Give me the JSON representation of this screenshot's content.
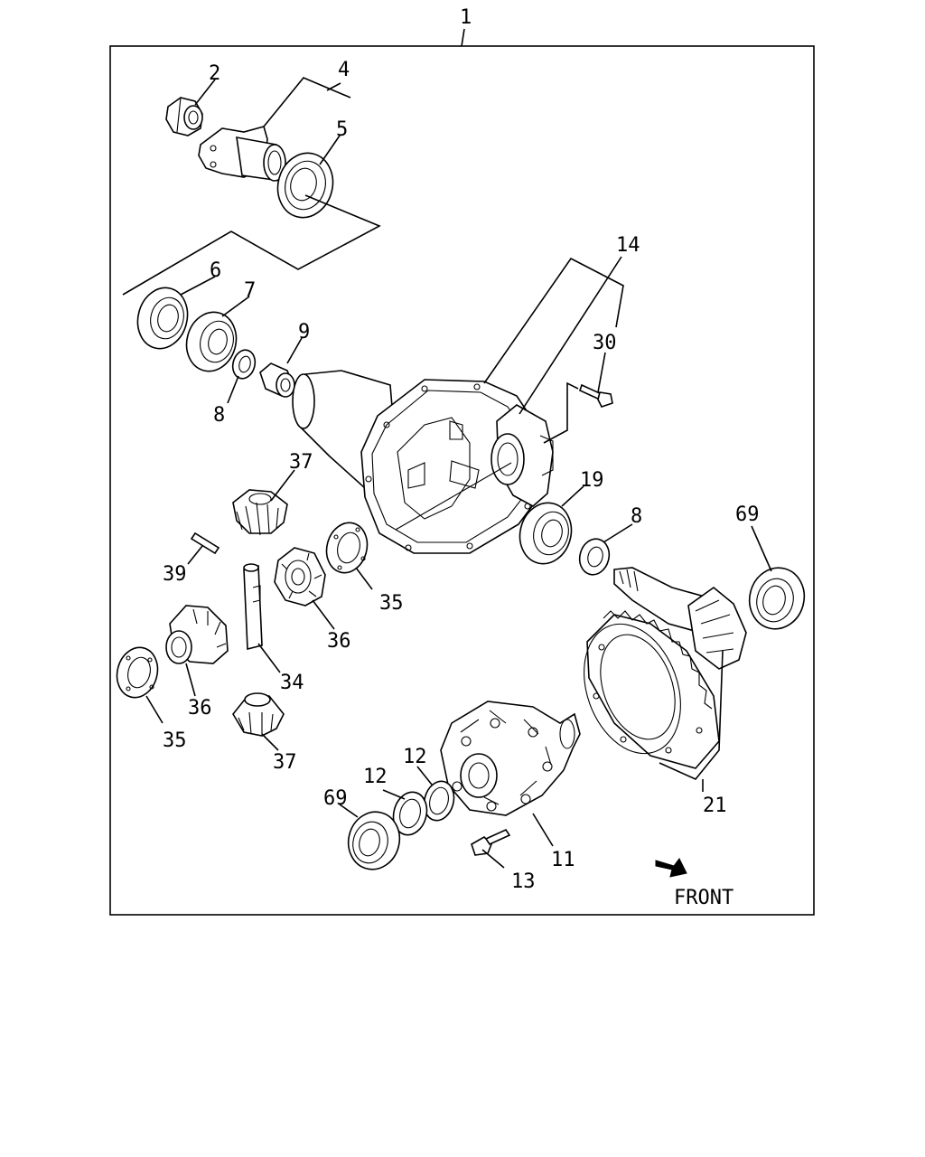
{
  "diagram": {
    "assembly_label": "1",
    "front_label": "FRONT",
    "callouts": [
      {
        "id": "c2",
        "text": "2"
      },
      {
        "id": "c4",
        "text": "4"
      },
      {
        "id": "c5",
        "text": "5"
      },
      {
        "id": "c6",
        "text": "6"
      },
      {
        "id": "c7",
        "text": "7"
      },
      {
        "id": "c9",
        "text": "9"
      },
      {
        "id": "c8a",
        "text": "8"
      },
      {
        "id": "c14",
        "text": "14"
      },
      {
        "id": "c30",
        "text": "30"
      },
      {
        "id": "c37a",
        "text": "37"
      },
      {
        "id": "c19",
        "text": "19"
      },
      {
        "id": "c8b",
        "text": "8"
      },
      {
        "id": "c69a",
        "text": "69"
      },
      {
        "id": "c39",
        "text": "39"
      },
      {
        "id": "c35a",
        "text": "35"
      },
      {
        "id": "c36a",
        "text": "36"
      },
      {
        "id": "c34",
        "text": "34"
      },
      {
        "id": "c36b",
        "text": "36"
      },
      {
        "id": "c35b",
        "text": "35"
      },
      {
        "id": "c37b",
        "text": "37"
      },
      {
        "id": "c12a",
        "text": "12"
      },
      {
        "id": "c12b",
        "text": "12"
      },
      {
        "id": "c69b",
        "text": "69"
      },
      {
        "id": "c21",
        "text": "21"
      },
      {
        "id": "c11",
        "text": "11"
      },
      {
        "id": "c13",
        "text": "13"
      }
    ]
  }
}
